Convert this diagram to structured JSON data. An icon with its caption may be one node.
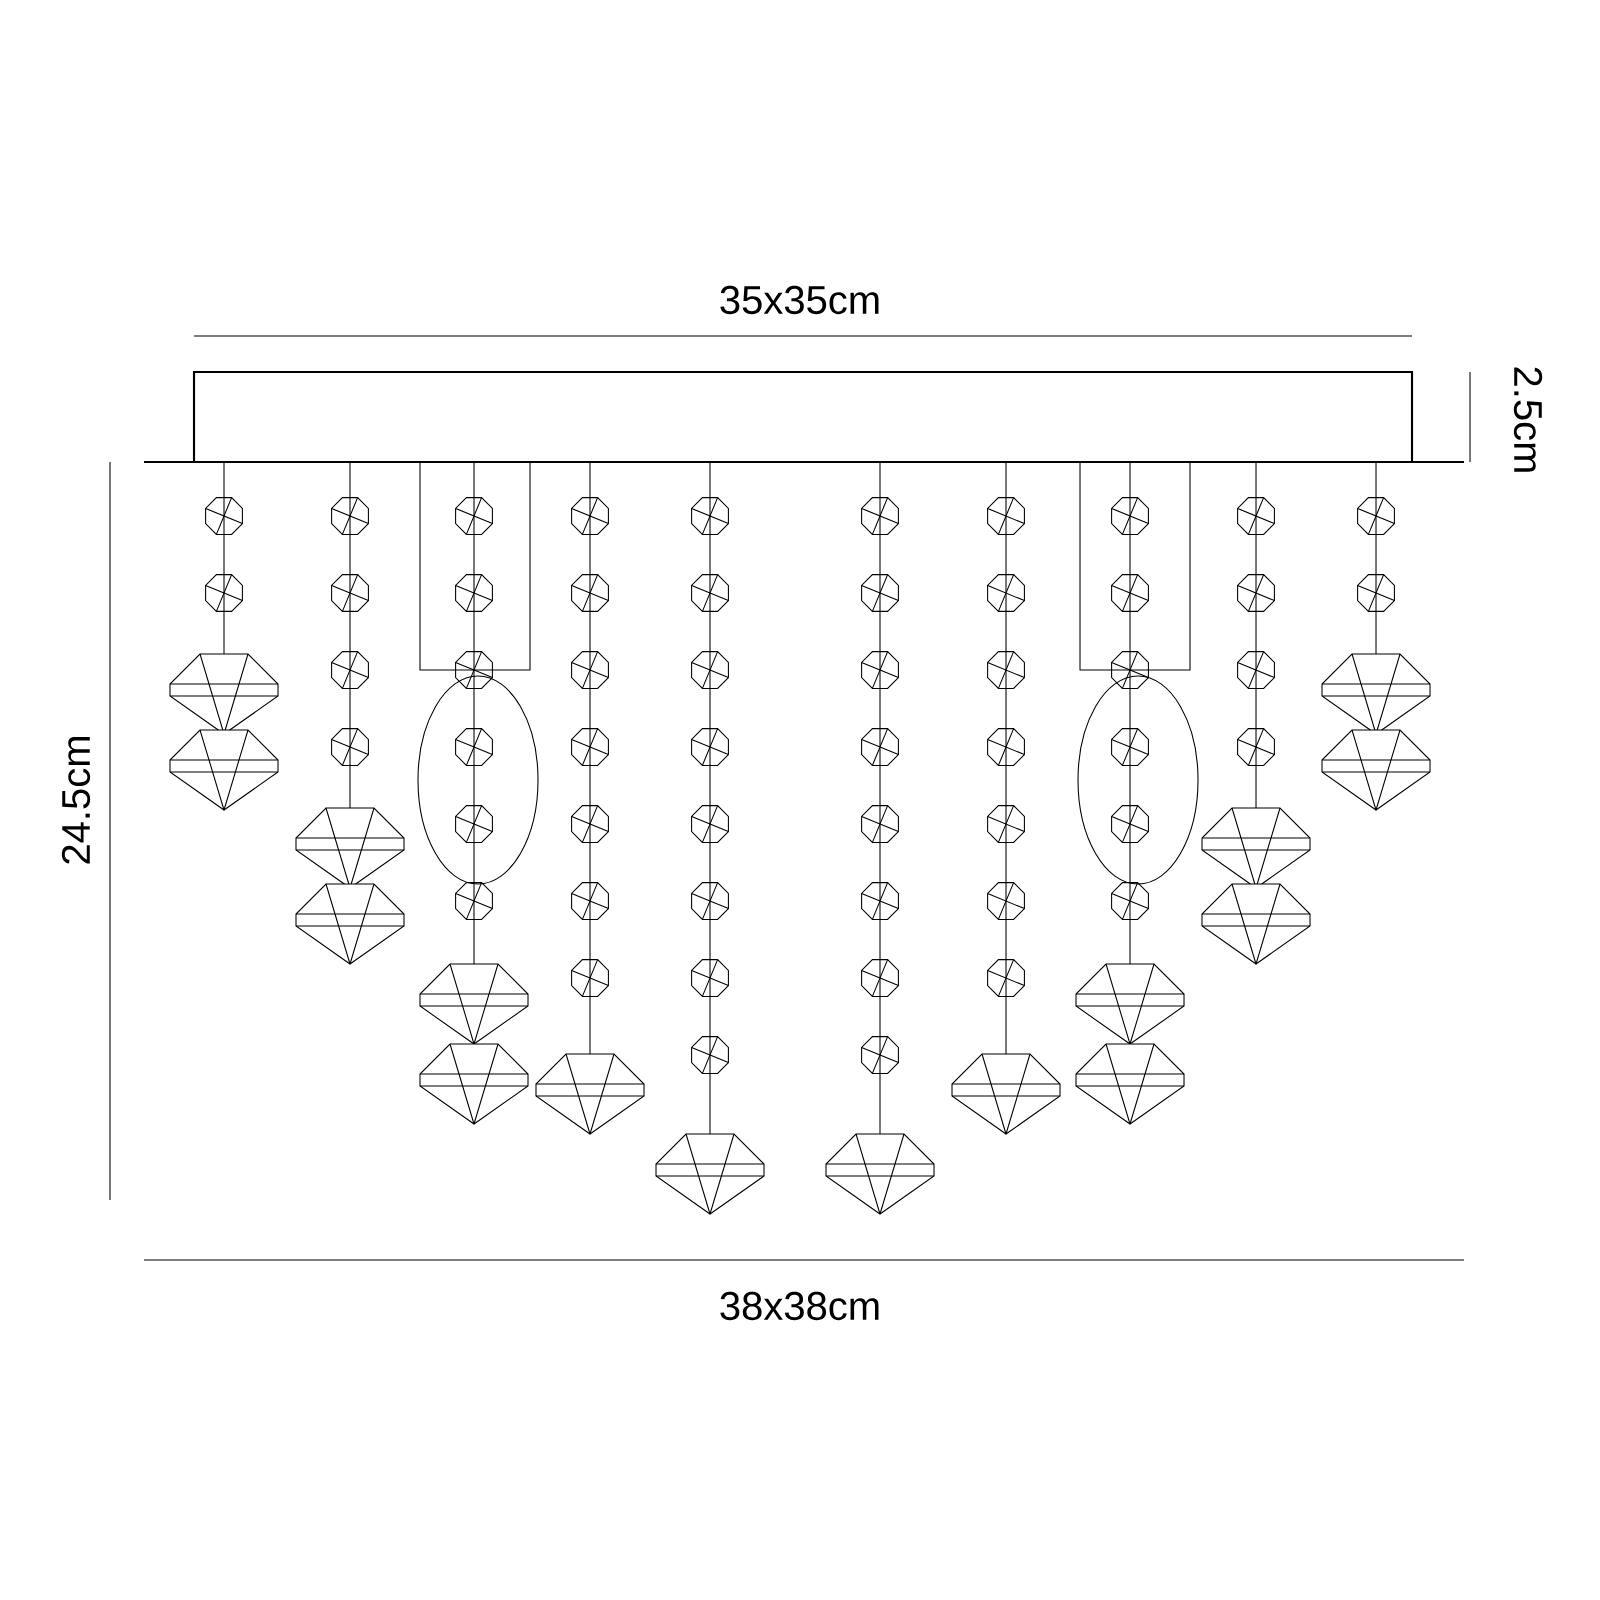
{
  "diagram": {
    "labels": [
      "35x35cm",
      "2.5cm",
      "24.5cm",
      "38x38cm"
    ]
  }
}
